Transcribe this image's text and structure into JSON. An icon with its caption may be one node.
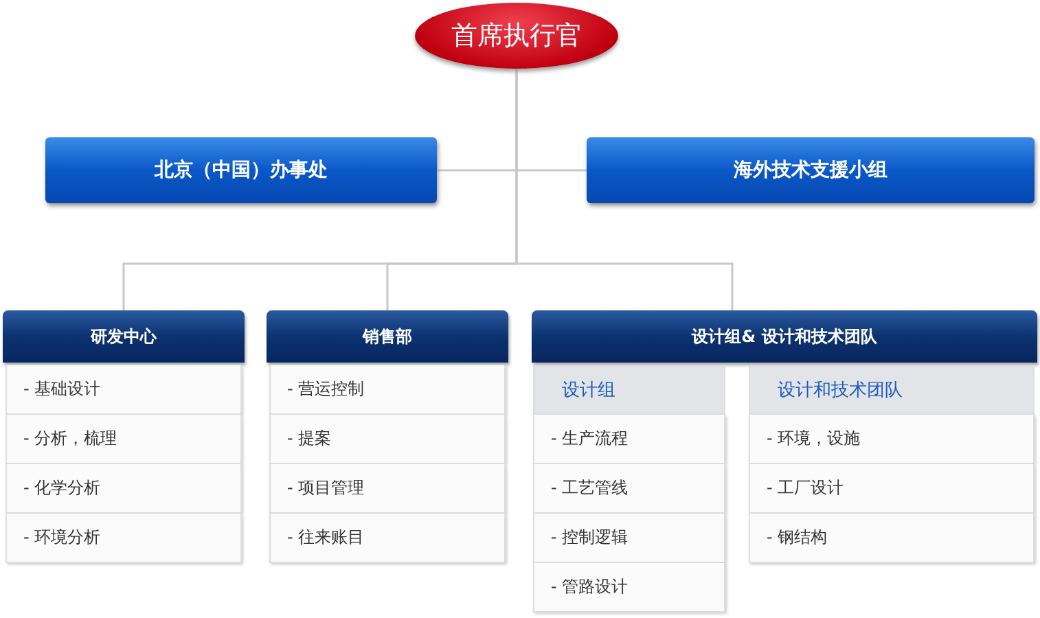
{
  "diagram": {
    "nodes": [
      {
        "text": [
          "首席执行官"
        ]
      },
      {
        "text": [
          "北京（中国）办事处"
        ]
      },
      {
        "text": [
          "海外技术支援小组"
        ]
      },
      {
        "text": [
          "研发中心"
        ]
      },
      {
        "text": [
          "- 基础设计"
        ]
      },
      {
        "text": [
          "- 分析，梳理"
        ]
      },
      {
        "text": [
          "- 化学分析"
        ]
      },
      {
        "text": [
          "- 环境分析"
        ]
      },
      {
        "text": [
          "销售部"
        ]
      },
      {
        "text": [
          "- 营运控制"
        ]
      },
      {
        "text": [
          "- 提案"
        ]
      },
      {
        "text": [
          "- 项目管理"
        ]
      },
      {
        "text": [
          "- 往来账目"
        ]
      },
      {
        "text": [
          "设计组& 设计和技术团队"
        ]
      },
      {
        "text": [
          "设计组"
        ]
      },
      {
        "text": [
          "- 生产流程"
        ]
      },
      {
        "text": [
          "- 工艺管线"
        ]
      },
      {
        "text": [
          "- 控制逻辑"
        ]
      },
      {
        "text": [
          "- 管路设计"
        ]
      },
      {
        "text": [
          "设计和技术团队"
        ]
      },
      {
        "text": [
          "- 环境，设施"
        ]
      },
      {
        "text": [
          "- 工厂设计"
        ]
      },
      {
        "text": [
          "- 钢结构"
        ]
      }
    ],
    "edges": [
      {
        "from": 0,
        "to": 1,
        "arrow": "none"
      },
      {
        "from": 0,
        "to": 2,
        "arrow": "none"
      },
      {
        "from": 0,
        "to": 3,
        "arrow": "none"
      },
      {
        "from": 0,
        "to": 8,
        "arrow": "none"
      },
      {
        "from": 0,
        "to": 13,
        "arrow": "none"
      }
    ]
  }
}
